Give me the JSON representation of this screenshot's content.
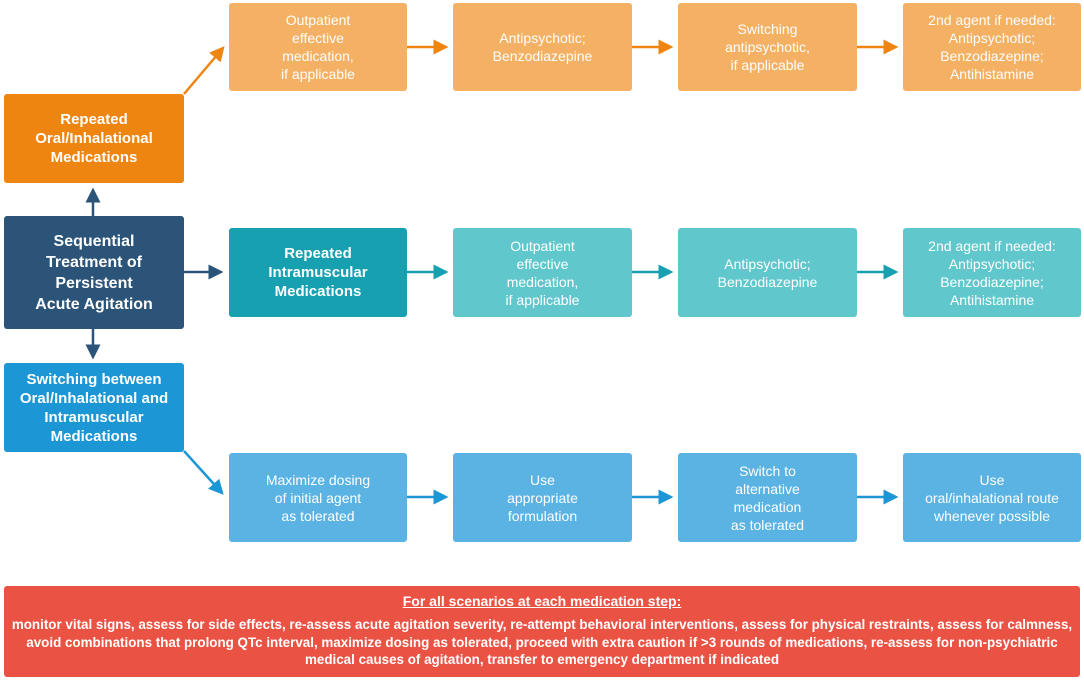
{
  "colors": {
    "main": "#2b5478",
    "oral_header": "#ef8511",
    "oral_step": "#f4b063",
    "im_header": "#16a0b0",
    "im_step": "#60c7cd",
    "switch_header": "#1c96d4",
    "switch_step": "#5ab3e3",
    "footer": "#ea5344"
  },
  "main_node": {
    "label": "Sequential\nTreatment of\nPersistent\nAcute Agitation"
  },
  "oral_branch": {
    "label": "Repeated\nOral/Inhalational\nMedications",
    "steps": [
      "Outpatient\neffective\nmedication,\nif applicable",
      "Antipsychotic;\nBenzodiazepine",
      "Switching\nantipsychotic,\nif applicable",
      "2nd agent if needed:\nAntipsychotic;\nBenzodiazepine;\nAntihistamine"
    ]
  },
  "im_branch": {
    "label": "Repeated\nIntramuscular\nMedications",
    "steps": [
      "Outpatient\neffective\nmedication,\nif applicable",
      "Antipsychotic;\nBenzodiazepine",
      "2nd agent if needed:\nAntipsychotic;\nBenzodiazepine;\nAntihistamine"
    ]
  },
  "switch_branch": {
    "label": "Switching between\nOral/Inhalational and\nIntramuscular\nMedications",
    "steps": [
      "Maximize dosing\nof initial agent\nas tolerated",
      "Use\nappropriate\nformulation",
      "Switch to\nalternative\nmedication\nas tolerated",
      "Use\noral/inhalational route\nwhenever possible"
    ]
  },
  "footer": {
    "title": "For all scenarios at each medication step:",
    "body": "monitor vital signs, assess for side effects, re-assess acute agitation severity, re-attempt behavioral interventions, assess for physical restraints, assess for calmness, avoid combinations that prolong QTc interval, maximize dosing as tolerated, proceed with extra caution if >3 rounds of medications, re-assess for non-psychiatric medical causes of agitation, transfer to emergency department if indicated"
  }
}
